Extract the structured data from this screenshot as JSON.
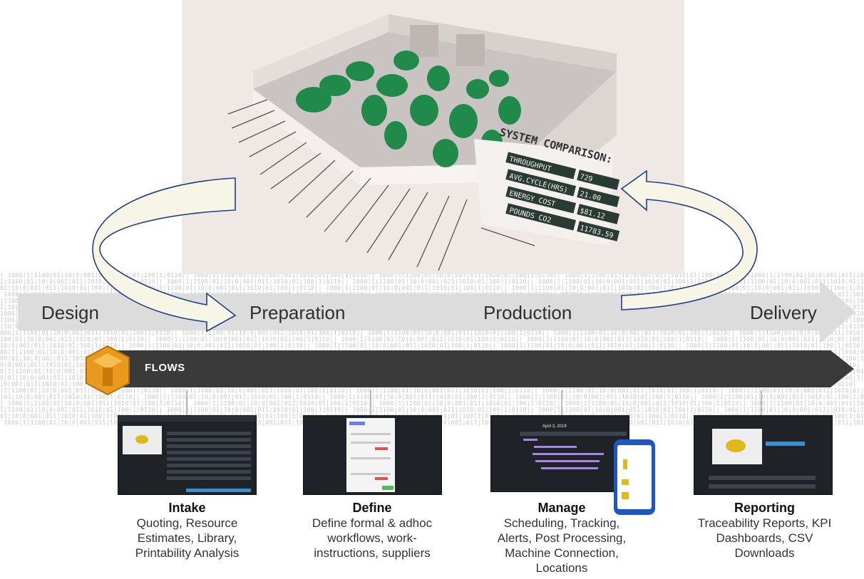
{
  "factory": {
    "title": "SYSTEM COMPARISON:",
    "metrics": [
      {
        "label": "THROUGHPUT",
        "value": "729"
      },
      {
        "label": "AVG.CYCLE(HRS)",
        "value": "21.00"
      },
      {
        "label": "ENERGY COST",
        "value": "$81.12"
      },
      {
        "label": "POUNDS CO2",
        "value": "11783.59"
      }
    ]
  },
  "stages": [
    "Design",
    "Preparation",
    "Production",
    "Delivery"
  ],
  "flows_label": "FLOWS",
  "thumb_date": "April 3, 2019",
  "modules": [
    {
      "title": "Intake",
      "lines": [
        "Quoting, Resource",
        "Estimates, Library,",
        "Printability Analysis"
      ]
    },
    {
      "title": "Define",
      "lines": [
        "Define formal & adhoc",
        "workflows, work-",
        "instructions, suppliers"
      ]
    },
    {
      "title": "Manage",
      "lines": [
        "Scheduling, Tracking,",
        "Alerts, Post Processing,",
        "Machine Connection,",
        "Locations"
      ]
    },
    {
      "title": "Reporting",
      "lines": [
        "Traceability Reports, KPI",
        "Dashboards, CSV",
        "Downloads"
      ]
    }
  ],
  "colors": {
    "green": "#1f8a4a",
    "arrow": "#dcdcdc",
    "bar": "#3a3a3a",
    "logo": "#e89a1e",
    "loop_stroke": "#1f3f86"
  }
}
